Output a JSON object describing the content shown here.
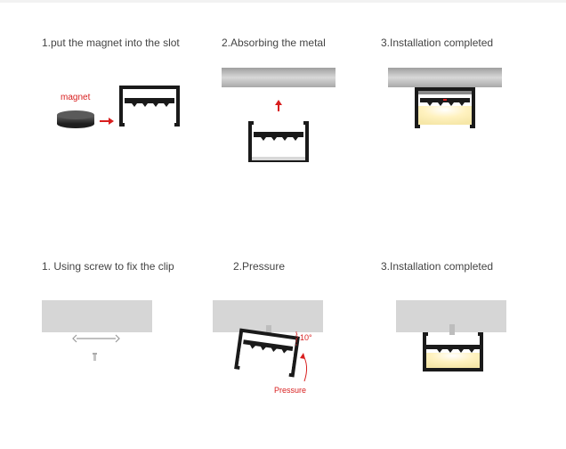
{
  "top_row": {
    "step1": "1.put the magnet into the slot",
    "step2": "2.Absorbing  the metal",
    "step3": "3.Installation completed",
    "magnet_label": "magnet"
  },
  "bottom_row": {
    "step1": "1. Using screw to fix the clip",
    "step2": "2.Pressure",
    "step3": "3.Installation completed",
    "angle_label": "10°",
    "pressure_label": "Pressure"
  },
  "colors": {
    "accent": "#d81e1e",
    "profile": "#1a1a1a",
    "metal_plate": "#b8b8b8",
    "ceiling": "#d6d6d6",
    "light": "#fff4c8"
  }
}
